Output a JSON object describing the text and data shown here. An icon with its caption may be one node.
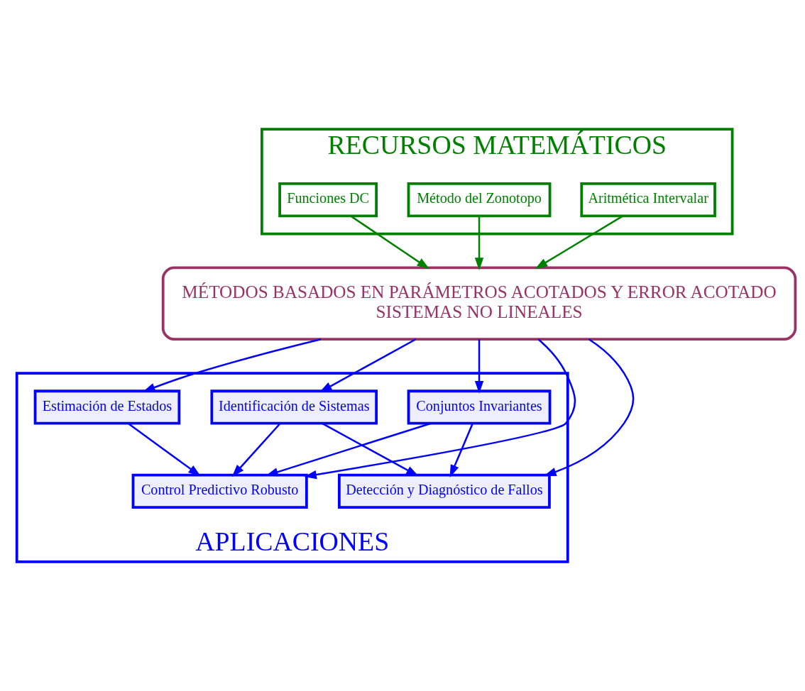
{
  "diagram": {
    "nodes": [
      {
        "text": [
          "RECURSOS MATEMÁTICOS"
        ]
      },
      {
        "text": [
          "Aritmética Intervalar"
        ],
        "in": 0
      },
      {
        "text": [
          "Método del Zonotopo"
        ],
        "in": 0
      },
      {
        "text": [
          "Funciones DC"
        ],
        "in": 0
      },
      {
        "text": [
          "MÉTODOS BASADOS EN PARÁMETROS ACOTADOS Y ERROR ACOTADO",
          "SISTEMAS NO LINEALES"
        ]
      },
      {
        "text": [
          "APLICACIONES"
        ]
      },
      {
        "text": [
          "Estimación de Estados"
        ],
        "in": 5
      },
      {
        "text": [
          "Identificación de Sistemas"
        ],
        "in": 5
      },
      {
        "text": [
          "Conjuntos Invariantes"
        ],
        "in": 5
      },
      {
        "text": [
          "Control Predictivo Robusto"
        ],
        "in": 5
      },
      {
        "text": [
          "Detección y Diagnóstico de Fallos"
        ],
        "in": 5
      }
    ],
    "edges": [
      {
        "from": 1,
        "to": 4,
        "arrow": "to",
        "color": "#008000"
      },
      {
        "from": 2,
        "to": 4,
        "arrow": "to",
        "color": "#008000"
      },
      {
        "from": 3,
        "to": 4,
        "arrow": "to",
        "color": "#008000"
      },
      {
        "from": 4,
        "to": 6,
        "arrow": "to"
      },
      {
        "from": 4,
        "to": 9,
        "arrow": "to"
      },
      {
        "from": 4,
        "to": 7,
        "arrow": "to"
      },
      {
        "from": 4,
        "to": 10,
        "arrow": "to"
      },
      {
        "from": 4,
        "to": 8,
        "arrow": "to"
      },
      {
        "from": 6,
        "to": 9,
        "arrow": "to"
      },
      {
        "from": 7,
        "to": 9,
        "arrow": "to"
      },
      {
        "from": 7,
        "to": 10,
        "arrow": "to"
      },
      {
        "from": 8,
        "to": 9,
        "arrow": "to"
      },
      {
        "from": 8,
        "to": 10,
        "arrow": "to"
      }
    ]
  }
}
